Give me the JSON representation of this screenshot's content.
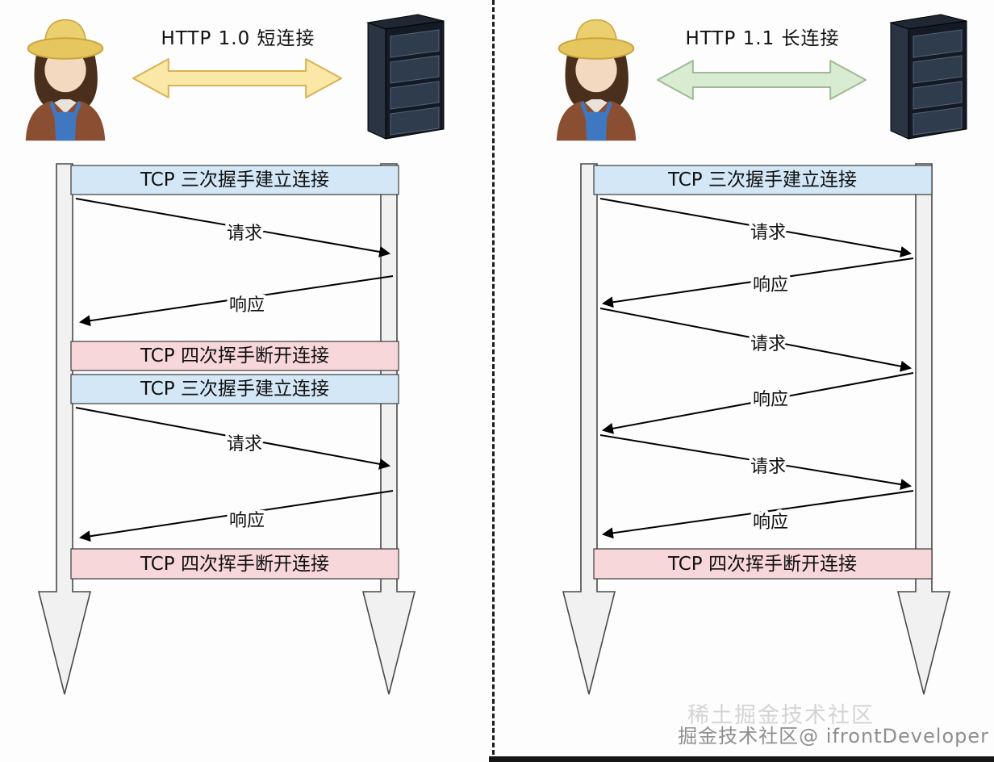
{
  "left": {
    "title": "HTTP 1.0 短连接",
    "connect_banner_1": "TCP 三次握手建立连接",
    "request_1": "请求",
    "response_1": "响应",
    "disconnect_banner_1": "TCP 四次挥手断开连接",
    "connect_banner_2": "TCP 三次握手建立连接",
    "request_2": "请求",
    "response_2": "响应",
    "disconnect_banner_2": "TCP 四次挥手断开连接"
  },
  "right": {
    "title": "HTTP 1.1 长连接",
    "connect_banner": "TCP 三次握手建立连接",
    "request_1": "请求",
    "response_1": "响应",
    "request_2": "请求",
    "response_2": "响应",
    "request_3": "请求",
    "response_3": "响应",
    "disconnect_banner": "TCP 四次挥手断开连接"
  },
  "icons": {
    "client": "farmer-avatar-icon",
    "server": "server-tower-icon",
    "left_connection_arrow": "yellow-double-arrow-icon",
    "right_connection_arrow": "green-double-arrow-icon"
  },
  "watermark": {
    "primary": "掘金技术社区@ ifrontDeveloper",
    "secondary": "稀土掘金技术社区"
  },
  "colors": {
    "connect_banner_fill": "#d3e7f7",
    "disconnect_banner_fill": "#f8d7da",
    "http10_arrow_fill": "#fbe8a6",
    "http11_arrow_fill": "#d9ecd2",
    "lifeline_fill": "#f1f1f1",
    "background": "#fdfdfd"
  }
}
